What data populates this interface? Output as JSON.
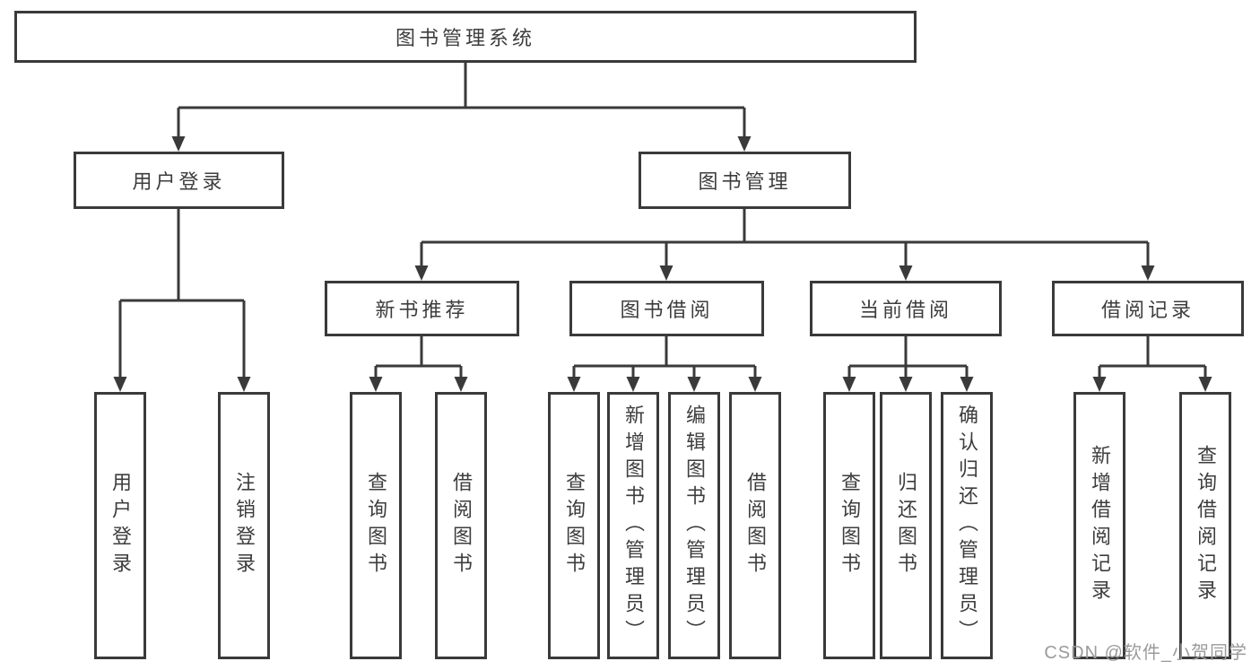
{
  "diagram": {
    "root": {
      "label": "图书管理系统"
    },
    "level2": [
      {
        "label": "用户登录"
      },
      {
        "label": "图书管理"
      }
    ],
    "level3": [
      {
        "label": "新书推荐"
      },
      {
        "label": "图书借阅"
      },
      {
        "label": "当前借阅"
      },
      {
        "label": "借阅记录"
      }
    ],
    "leaves": [
      {
        "label": "用户登录"
      },
      {
        "label": "注销登录"
      },
      {
        "label": "查询图书"
      },
      {
        "label": "借阅图书"
      },
      {
        "label": "查询图书"
      },
      {
        "label": "新增图书（管理员）"
      },
      {
        "label": "编辑图书（管理员）"
      },
      {
        "label": "借阅图书"
      },
      {
        "label": "查询图书"
      },
      {
        "label": "归还图书"
      },
      {
        "label": "确认归还（管理员）"
      },
      {
        "label": "新增借阅记录"
      },
      {
        "label": "查询借阅记录"
      }
    ]
  },
  "watermark": {
    "text": "CSDN @软件_小贺同学"
  },
  "colors": {
    "line": "#3a3a3a",
    "text": "#3d3d3d",
    "watermark": "#9b9b9b",
    "background": "#ffffff"
  }
}
